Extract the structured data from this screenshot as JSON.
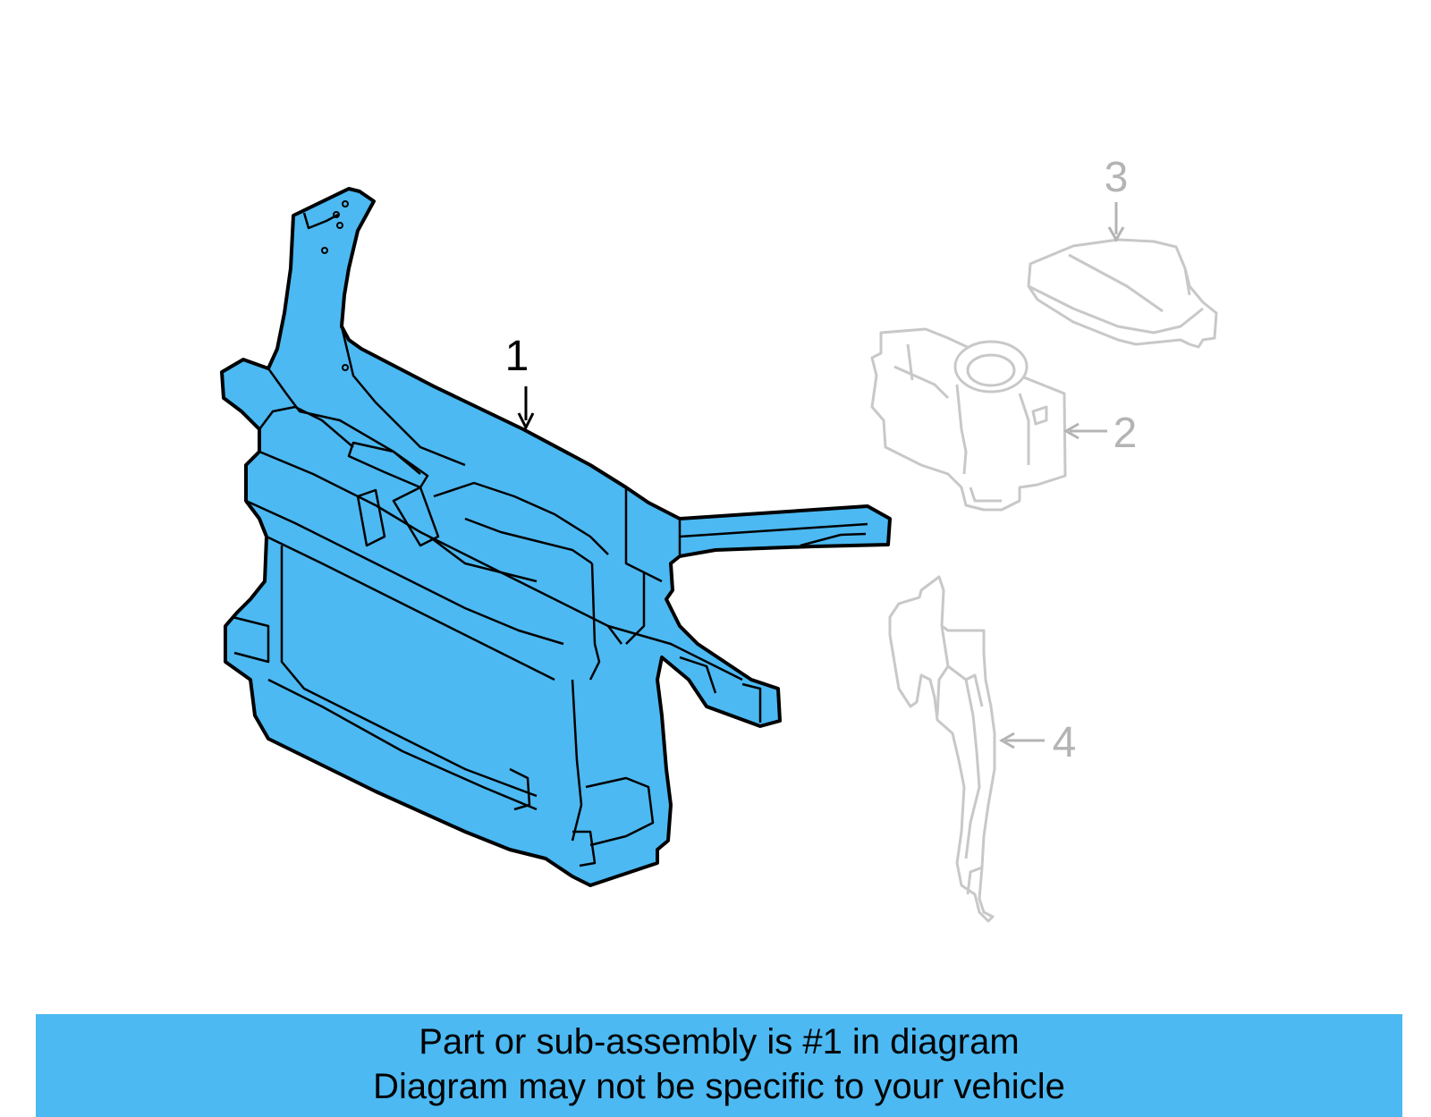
{
  "colors": {
    "highlight_fill": "#4cb9f2",
    "outline": "#000000",
    "muted_outline": "#c8c8c8",
    "muted_text": "#b4b4b4",
    "caption_bar": "#4cb9f2"
  },
  "callouts": [
    {
      "number": "1",
      "highlighted": true
    },
    {
      "number": "2",
      "highlighted": false
    },
    {
      "number": "3",
      "highlighted": false
    },
    {
      "number": "4",
      "highlighted": false
    }
  ],
  "caption": {
    "line1": "Part or sub-assembly is #1 in diagram",
    "line2": "Diagram may not be specific to your vehicle"
  }
}
